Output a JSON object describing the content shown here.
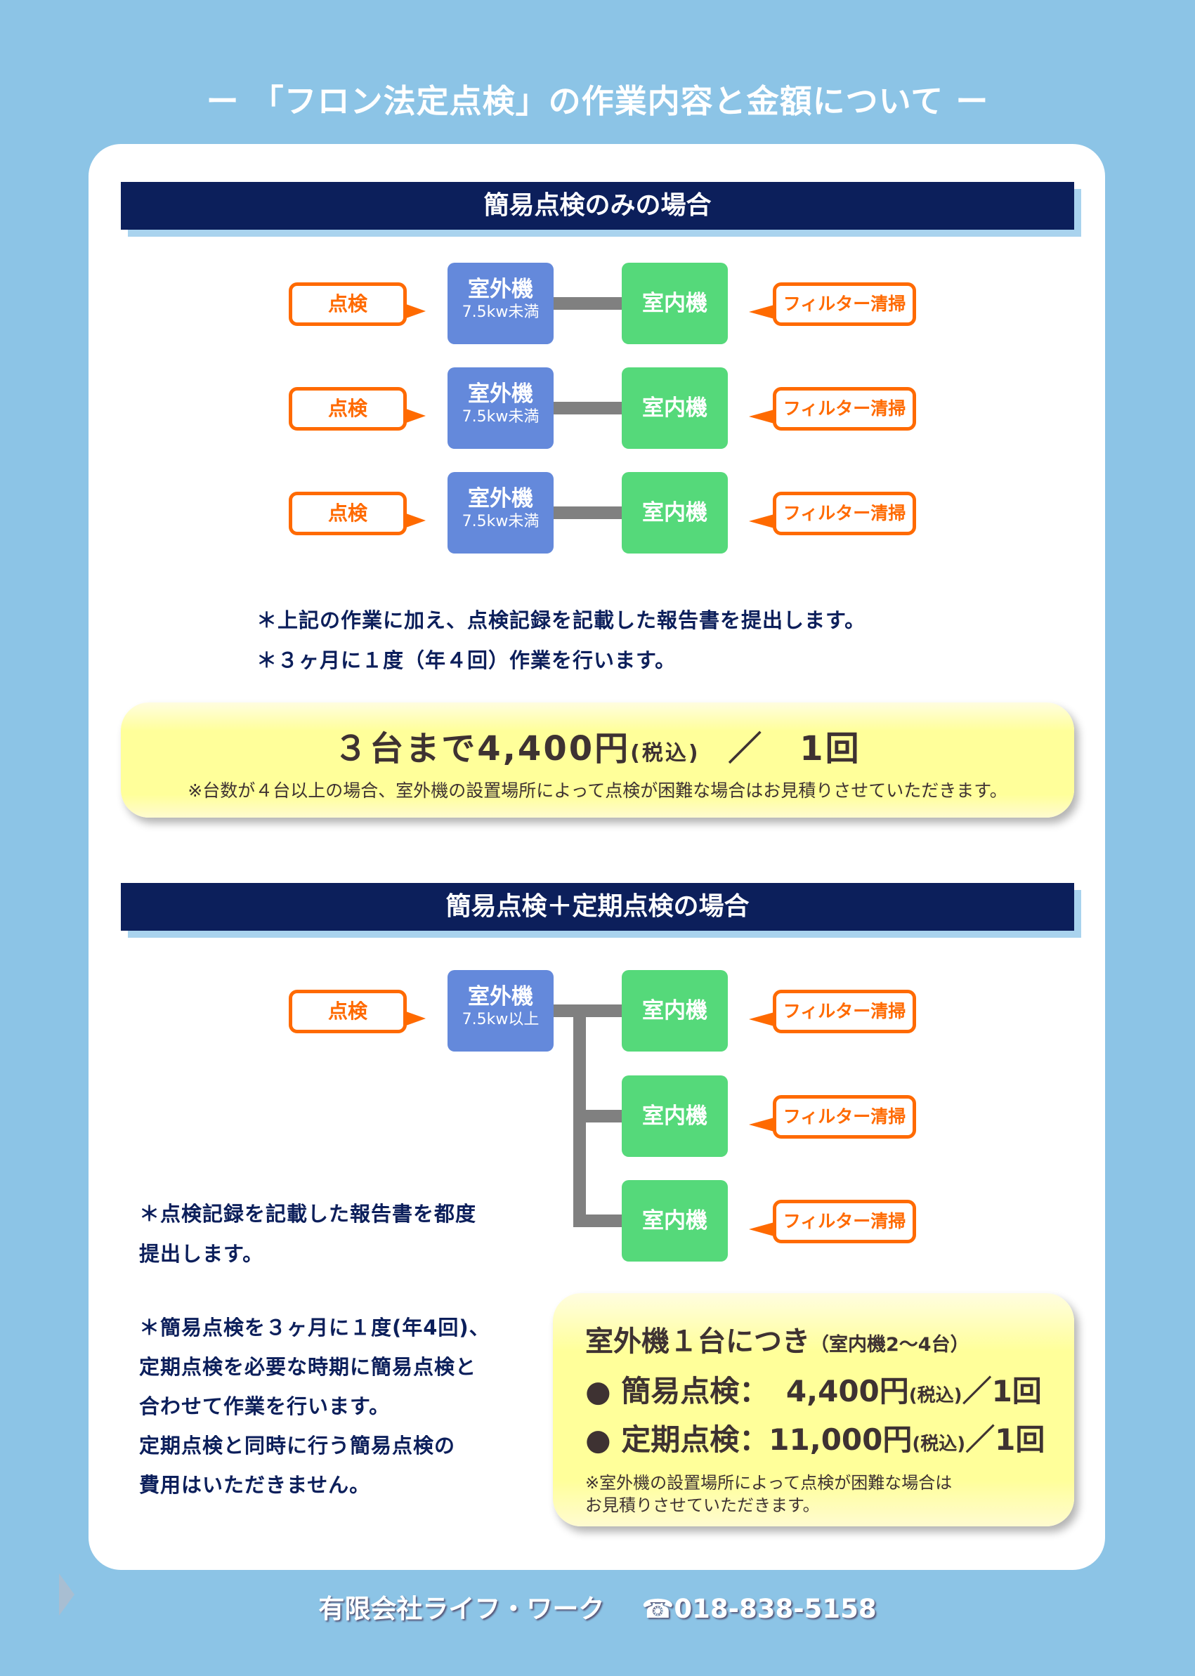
{
  "title": "ー 「フロン法定点検」の作業内容と金額について ー",
  "section1": {
    "heading": "簡易点検のみの場合",
    "rows": [
      {
        "left_callout": "点検",
        "outdoor": "室外機",
        "outdoor_spec": "7.5kw未満",
        "indoor": "室内機",
        "right_callout": "フィルター清掃"
      },
      {
        "left_callout": "点検",
        "outdoor": "室外機",
        "outdoor_spec": "7.5kw未満",
        "indoor": "室内機",
        "right_callout": "フィルター清掃"
      },
      {
        "left_callout": "点検",
        "outdoor": "室外機",
        "outdoor_spec": "7.5kw未満",
        "indoor": "室内機",
        "right_callout": "フィルター清掃"
      }
    ],
    "notes": [
      "＊上記の作業に加え、点検記録を記載した報告書を提出します。",
      "＊３ヶ月に１度（年４回）作業を行います。"
    ],
    "price": {
      "main": "３台まで4,400円",
      "tax": "(税込)",
      "per": "／　1回",
      "note": "※台数が４台以上の場合、室外機の設置場所によって点検が困難な場合はお見積りさせていただきます。"
    }
  },
  "section2": {
    "heading": "簡易点検＋定期点検の場合",
    "left_callout": "点検",
    "outdoor": "室外機",
    "outdoor_spec": "7.5kw以上",
    "indoors": [
      {
        "indoor": "室内機",
        "right_callout": "フィルター清掃"
      },
      {
        "indoor": "室内機",
        "right_callout": "フィルター清掃"
      },
      {
        "indoor": "室内機",
        "right_callout": "フィルター清掃"
      }
    ],
    "note1": [
      "＊点検記録を記載した報告書を都度",
      "提出します。"
    ],
    "note2": [
      "＊簡易点検を３ヶ月に１度(年4回)、",
      "定期点検を必要な時期に簡易点検と",
      "合わせて作業を行います。",
      "定期点検と同時に行う簡易点検の",
      "費用はいただきません。"
    ],
    "price": {
      "heading": "室外機１台につき",
      "heading_sub": "（室内機2～4台）",
      "items": [
        {
          "bullet": "●",
          "label": "簡易点検：",
          "amount": "4,400円",
          "tax": "(税込)",
          "per": "／1回"
        },
        {
          "bullet": "●",
          "label": "定期点検：",
          "amount": "11,000円",
          "tax": "(税込)",
          "per": "／1回"
        }
      ],
      "note": [
        "※室外機の設置場所によって点検が困難な場合は",
        "お見積りさせていただきます。"
      ]
    }
  },
  "footer": {
    "company": "有限会社ライフ・ワーク",
    "phone_icon": "☎",
    "phone": "018-838-5158"
  }
}
